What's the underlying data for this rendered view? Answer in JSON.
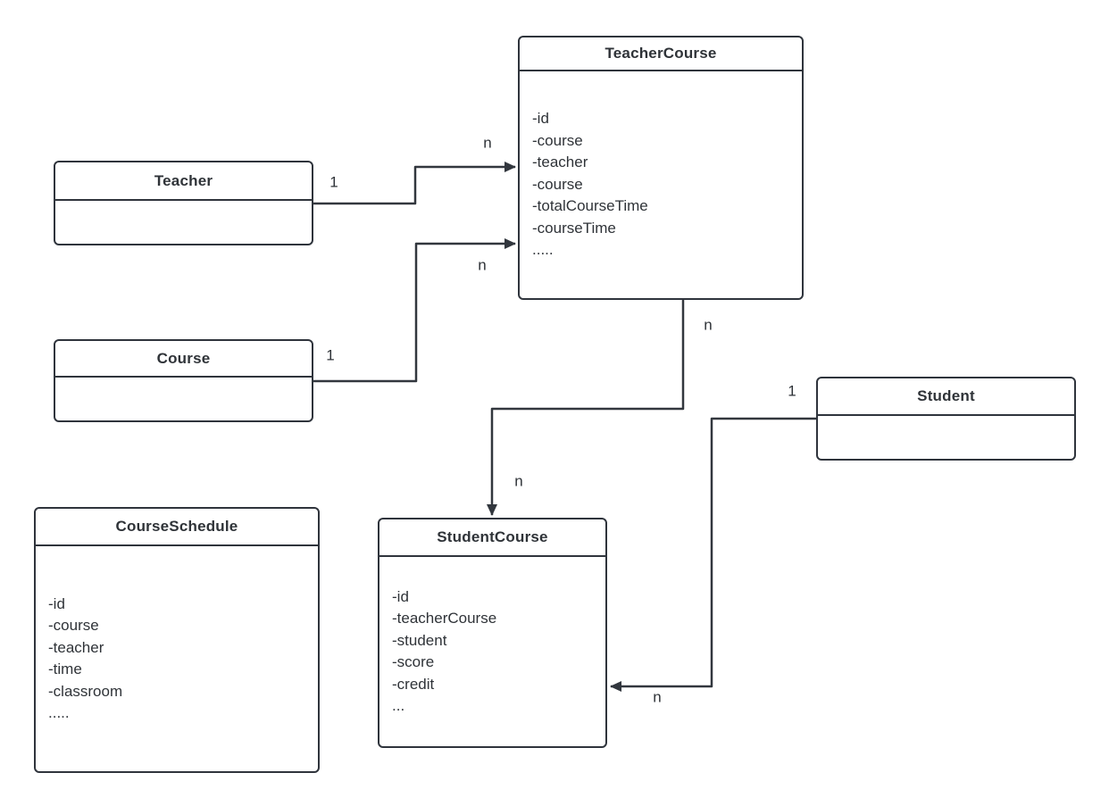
{
  "diagram": {
    "entities": {
      "teacherCourse": {
        "title": "TeacherCourse",
        "attributes": [
          "-id",
          "-course",
          "-teacher",
          "-course",
          "-totalCourseTime",
          "-courseTime",
          "....."
        ]
      },
      "teacher": {
        "title": "Teacher",
        "attributes": []
      },
      "course": {
        "title": "Course",
        "attributes": []
      },
      "student": {
        "title": "Student",
        "attributes": []
      },
      "courseSchedule": {
        "title": "CourseSchedule",
        "attributes": [
          "-id",
          "-course",
          "-teacher",
          "-time",
          "-classroom",
          "....."
        ]
      },
      "studentCourse": {
        "title": "StudentCourse",
        "attributes": [
          "-id",
          "-teacherCourse",
          "-student",
          "-score",
          "-credit",
          "..."
        ]
      }
    },
    "connections": {
      "teacher_teacherCourse": {
        "source_label": "1",
        "target_label": "n"
      },
      "course_teacherCourse": {
        "source_label": "1",
        "target_label": "n"
      },
      "teacherCourse_studentCourse": {
        "source_label": "n",
        "target_label": "n"
      },
      "student_studentCourse": {
        "source_label": "1",
        "target_label": "n"
      }
    },
    "colors": {
      "stroke": "#32373E",
      "text": "#2F3338",
      "background": "#FFFFFF"
    }
  }
}
